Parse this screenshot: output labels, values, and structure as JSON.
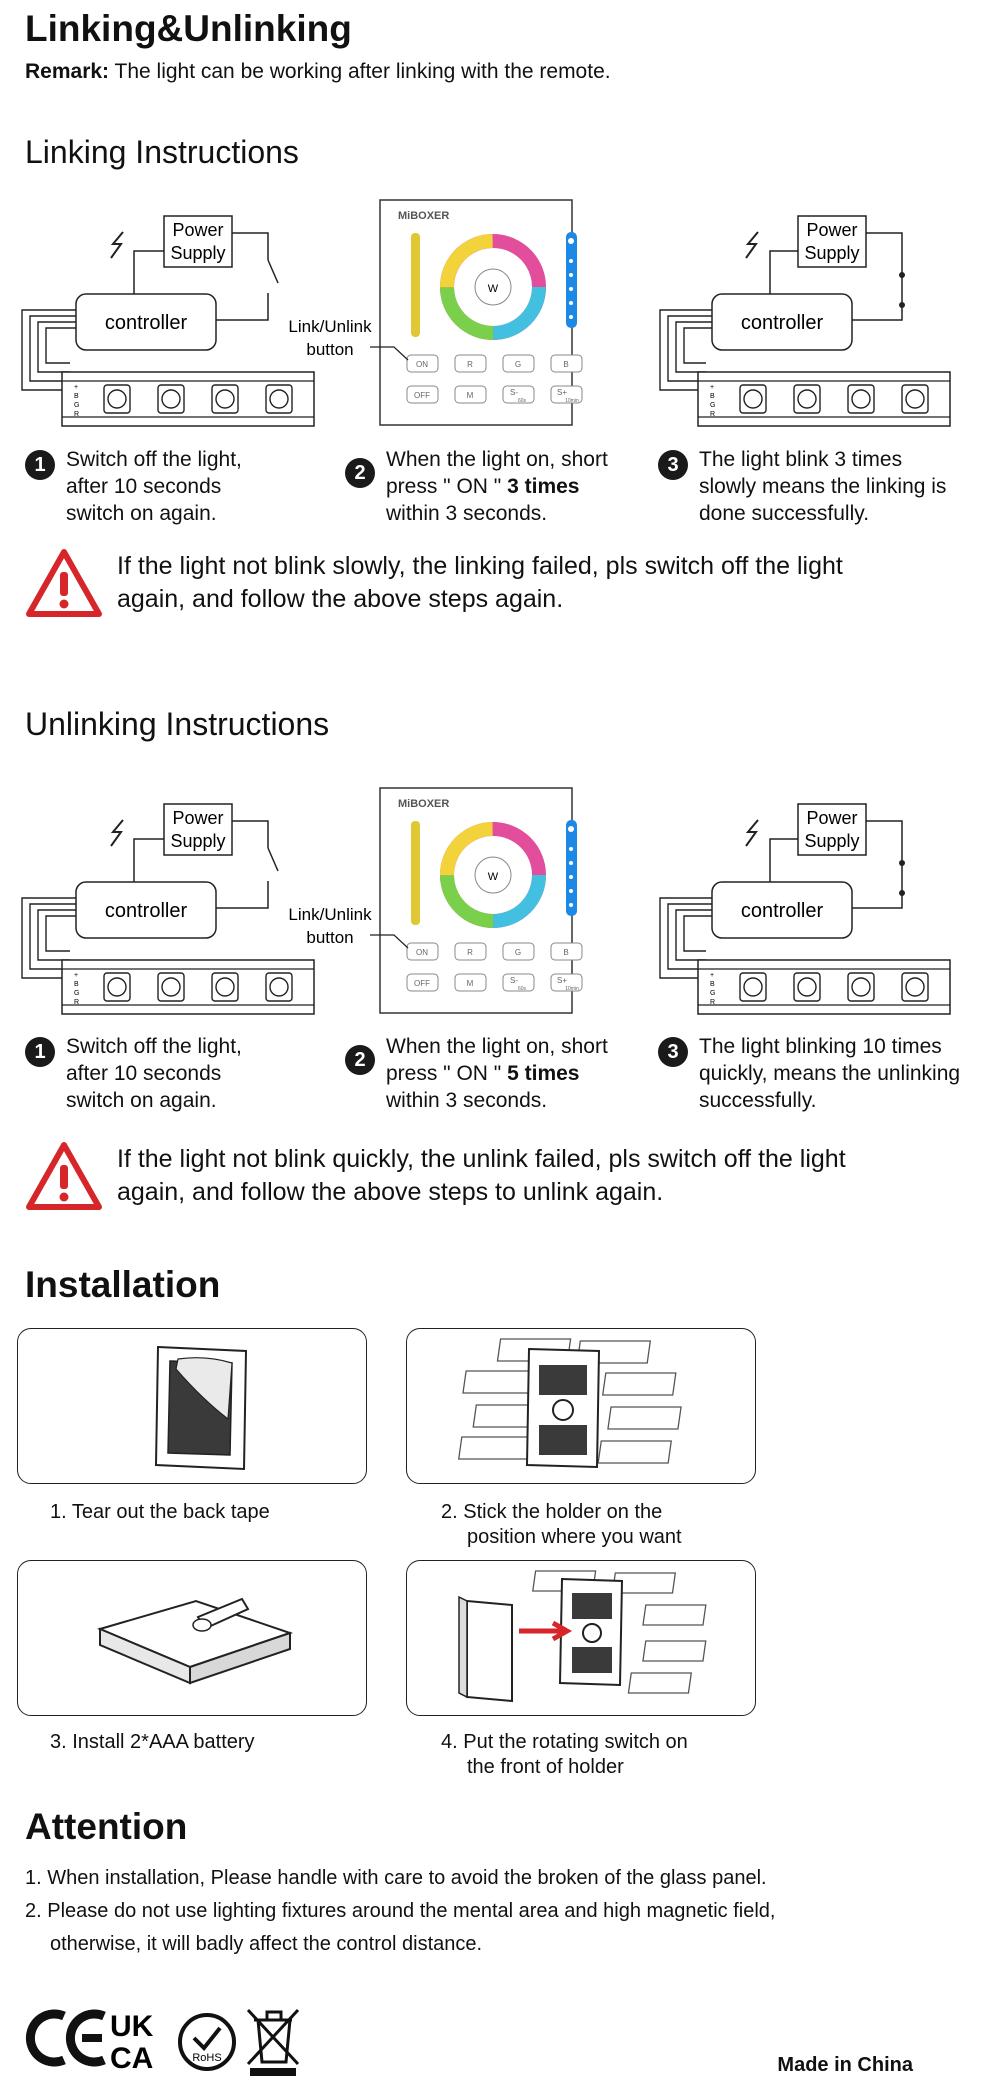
{
  "header": {
    "title": "Linking&Unlinking",
    "remark_label": "Remark:",
    "remark_text": " The light can be working after linking with the remote."
  },
  "diagram_labels": {
    "power_supply_line1": "Power",
    "power_supply_line2": "Supply",
    "controller": "controller",
    "link_button_line1": "Link/Unlink",
    "link_button_line2": "button",
    "brand": "MiBOXER",
    "panel_buttons": [
      "ON",
      "R",
      "G",
      "B",
      "OFF",
      "M",
      "S-",
      "S+"
    ],
    "panel_sub_labels": [
      "60s",
      "10min"
    ],
    "wheel_center": "W",
    "strip_pins": [
      "+",
      "B",
      "G",
      "R"
    ]
  },
  "linking": {
    "heading": "Linking Instructions",
    "step1": {
      "num": "1",
      "lines": [
        "Switch off the light,",
        "after 10 seconds",
        "switch on again."
      ]
    },
    "step2": {
      "num": "2",
      "line1": "When the light on, short",
      "line2_pre": "press \" ON \" ",
      "line2_bold": "3 times",
      "line3": "within 3 seconds."
    },
    "step3": {
      "num": "3",
      "lines": [
        "The light blink 3 times",
        "slowly means the linking is",
        "done successfully."
      ]
    },
    "warning": [
      "If the light not blink slowly, the linking failed, pls switch off the light",
      "again, and follow the above steps again."
    ]
  },
  "unlinking": {
    "heading": "Unlinking Instructions",
    "step1": {
      "num": "1",
      "lines": [
        "Switch off the light,",
        "after 10 seconds",
        "switch on again."
      ]
    },
    "step2": {
      "num": "2",
      "line1": "When the light on, short",
      "line2_pre": "press \" ON \" ",
      "line2_bold": "5 times",
      "line3": "within 3 seconds."
    },
    "step3": {
      "num": "3",
      "lines": [
        "The light blinking 10 times",
        "quickly, means the unlinking",
        "successfully."
      ]
    },
    "warning": [
      "If the light not blink quickly, the unlink failed, pls switch off the light",
      "again, and follow the above steps to unlink again."
    ]
  },
  "installation": {
    "heading": "Installation",
    "steps": [
      {
        "lines": [
          "1. Tear out the back tape"
        ]
      },
      {
        "lines": [
          "2. Stick the holder on the",
          "position where you want"
        ]
      },
      {
        "lines": [
          "3. Install 2*AAA battery"
        ]
      },
      {
        "lines": [
          "4. Put the rotating switch on",
          "the front of holder"
        ]
      }
    ]
  },
  "attention": {
    "heading": "Attention",
    "items": [
      {
        "lines": [
          "1. When installation, Please handle with care to avoid the broken of the glass panel."
        ]
      },
      {
        "lines": [
          "2. Please do not use lighting fixtures around the mental area and high magnetic field,",
          "otherwise, it will badly affect the control distance."
        ]
      }
    ]
  },
  "footer": {
    "certifications": [
      "CE",
      "UKCA",
      "RoHS",
      "WEEE"
    ],
    "ukca_top": "UK",
    "ukca_bottom": "CA",
    "rohs": "RoHS",
    "made_in": "Made in China"
  },
  "colors": {
    "warning_red": "#d7262a",
    "text": "#111111",
    "panel_blue": "#1e88e5"
  }
}
